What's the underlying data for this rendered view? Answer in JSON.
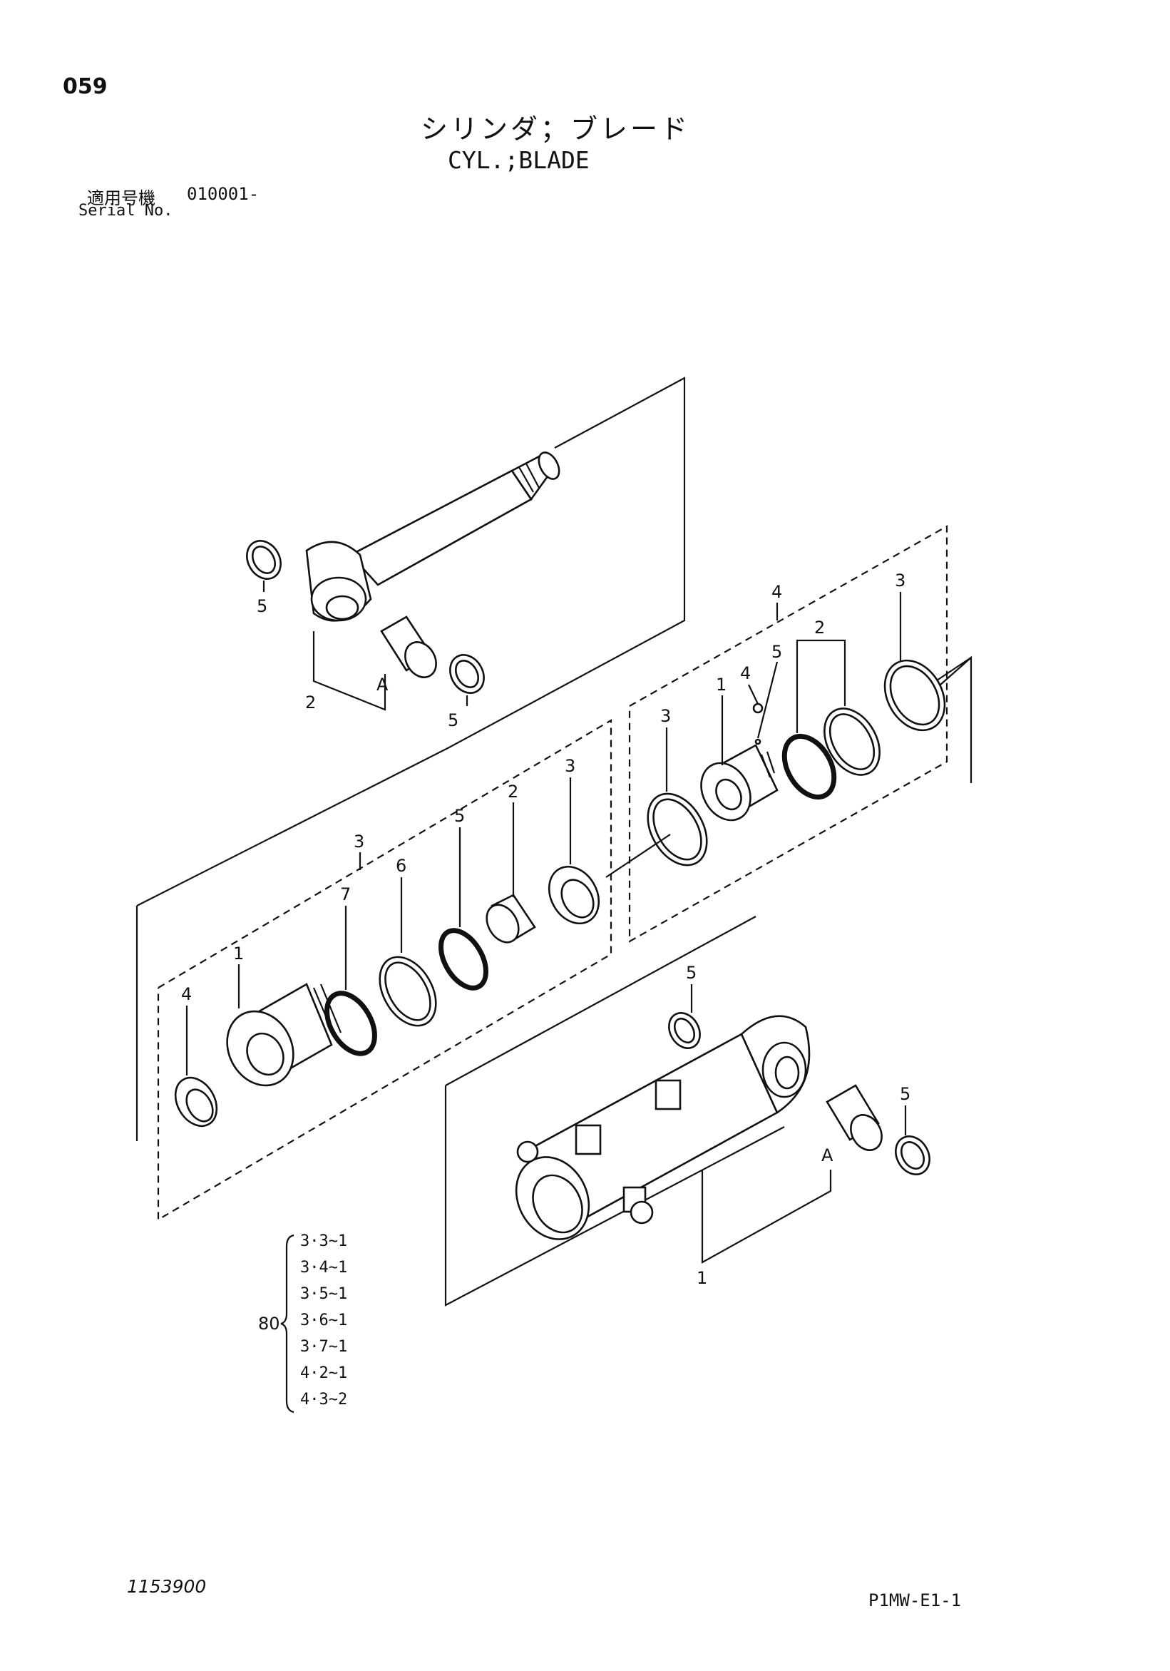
{
  "header": {
    "page_number": "059",
    "title_jp": "シリンダ；ブレード",
    "title_en": "CYL.;BLADE",
    "serial_label_jp": "適用号機",
    "serial_value": "010001-",
    "serial_label_en": "Serial No."
  },
  "callouts": {
    "rod_ring_left": "5",
    "rod_parts": "2",
    "rod_bushing": "A",
    "rod_ring_right": "5",
    "piston_group": "4",
    "piston_ring_outer": "3",
    "piston_seal_pair": "2",
    "piston_oring": "5",
    "piston_small": "4",
    "piston_body": "1",
    "piston_ring_left": "3",
    "head_group": "3",
    "head_wiper": "3",
    "head_bushing": "2",
    "head_oring": "5",
    "head_backup": "6",
    "head_oring2": "7",
    "head_body": "1",
    "head_dust": "4",
    "tube_ring_top": "5",
    "tube_ring_right": "5",
    "tube_bushing": "A",
    "tube_body": "1"
  },
  "kit": {
    "label": "80",
    "items": [
      "3·3~1",
      "3·4~1",
      "3·5~1",
      "3·6~1",
      "3·7~1",
      "4·2~1",
      "4·3~2"
    ]
  },
  "footer": {
    "drawing_number": "1153900",
    "sheet_code": "P1MW-E1-1"
  }
}
